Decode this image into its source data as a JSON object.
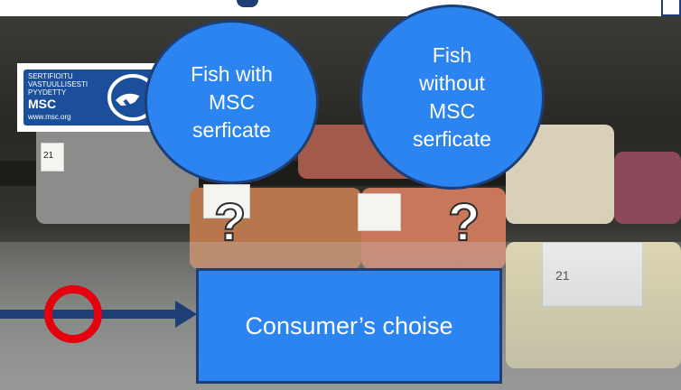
{
  "bubbles": {
    "with_msc": "Fish with\nMSC\nserficate",
    "without_msc": "Fish\nwithout\nMSC\nserficate"
  },
  "question_mark": "?",
  "consumer_box": "Consumer’s choise",
  "msc_logo": {
    "line1": "SERTIFIOITU",
    "line2": "VASTUULLISESTI",
    "line3": "PYYDETTY",
    "brand": "MSC",
    "url": "www.msc.org"
  },
  "price_tags": [
    "21",
    "21"
  ],
  "colors": {
    "bubble_fill": "#2b84ef",
    "outline": "#1e3f76",
    "ring": "#e3000f"
  }
}
